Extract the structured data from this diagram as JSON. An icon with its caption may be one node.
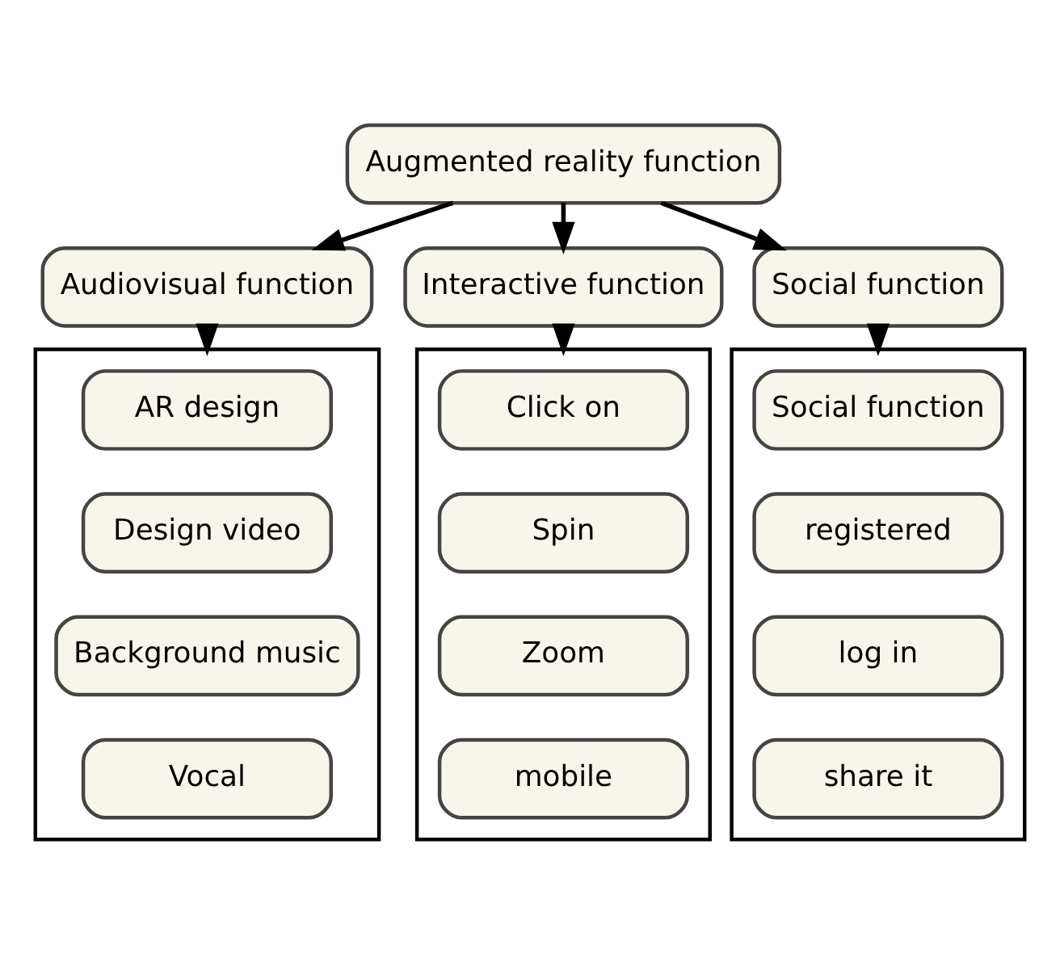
{
  "diagram": {
    "nodes": [
      {
        "text": [
          "Augmented reality function"
        ]
      },
      {
        "text": [
          "Audiovisual function"
        ]
      },
      {
        "text": [
          "Interactive function"
        ]
      },
      {
        "text": [
          "Social function"
        ]
      },
      {
        "text": [],
        "shape": "box"
      },
      {
        "text": [
          "AR design"
        ],
        "in": 4
      },
      {
        "text": [
          "Design video"
        ],
        "in": 4
      },
      {
        "text": [
          "Background music"
        ],
        "in": 4
      },
      {
        "text": [
          "Vocal"
        ],
        "in": 4
      },
      {
        "text": [],
        "shape": "box"
      },
      {
        "text": [
          "Click on"
        ],
        "in": 9
      },
      {
        "text": [
          "Spin"
        ],
        "in": 9
      },
      {
        "text": [
          "Zoom"
        ],
        "in": 9
      },
      {
        "text": [
          "mobile"
        ],
        "in": 9
      },
      {
        "text": [],
        "shape": "box"
      },
      {
        "text": [
          "Social function"
        ],
        "in": 14
      },
      {
        "text": [
          "registered"
        ],
        "in": 14
      },
      {
        "text": [
          "log in"
        ],
        "in": 14
      },
      {
        "text": [
          "share it"
        ],
        "in": 14
      }
    ],
    "edges": [
      {
        "from": 0,
        "to": 1,
        "arrow": "to"
      },
      {
        "from": 0,
        "to": 2,
        "arrow": "to"
      },
      {
        "from": 0,
        "to": 3,
        "arrow": "to"
      },
      {
        "from": 1,
        "to": 4,
        "arrow": "to"
      },
      {
        "from": 2,
        "to": 9,
        "arrow": "to"
      },
      {
        "from": 3,
        "to": 14,
        "arrow": "to"
      }
    ]
  }
}
